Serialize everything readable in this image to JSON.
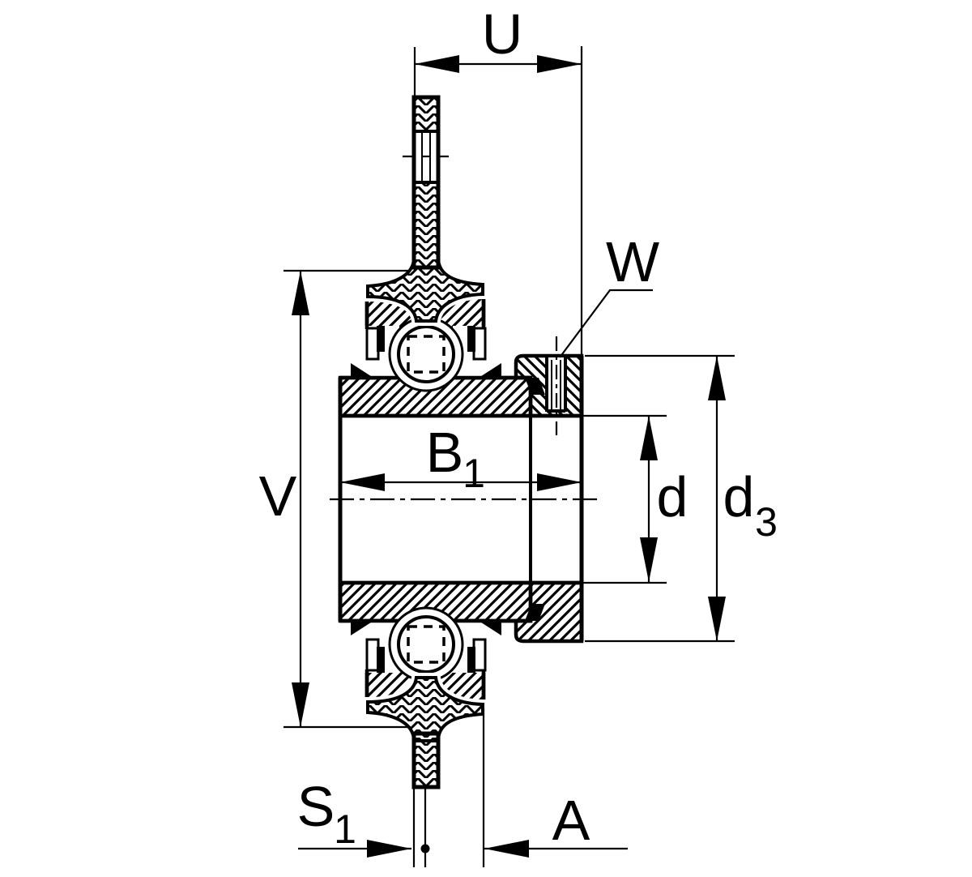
{
  "drawing": {
    "background_color": "#ffffff",
    "line_color": "#000000",
    "labels": {
      "u": "U",
      "w": "W",
      "v": "V",
      "b1": {
        "base": "B",
        "sub": "1"
      },
      "d": "d",
      "d3": {
        "base": "d",
        "sub": "3"
      },
      "s1": {
        "base": "S",
        "sub": "1"
      },
      "a": "A"
    }
  }
}
